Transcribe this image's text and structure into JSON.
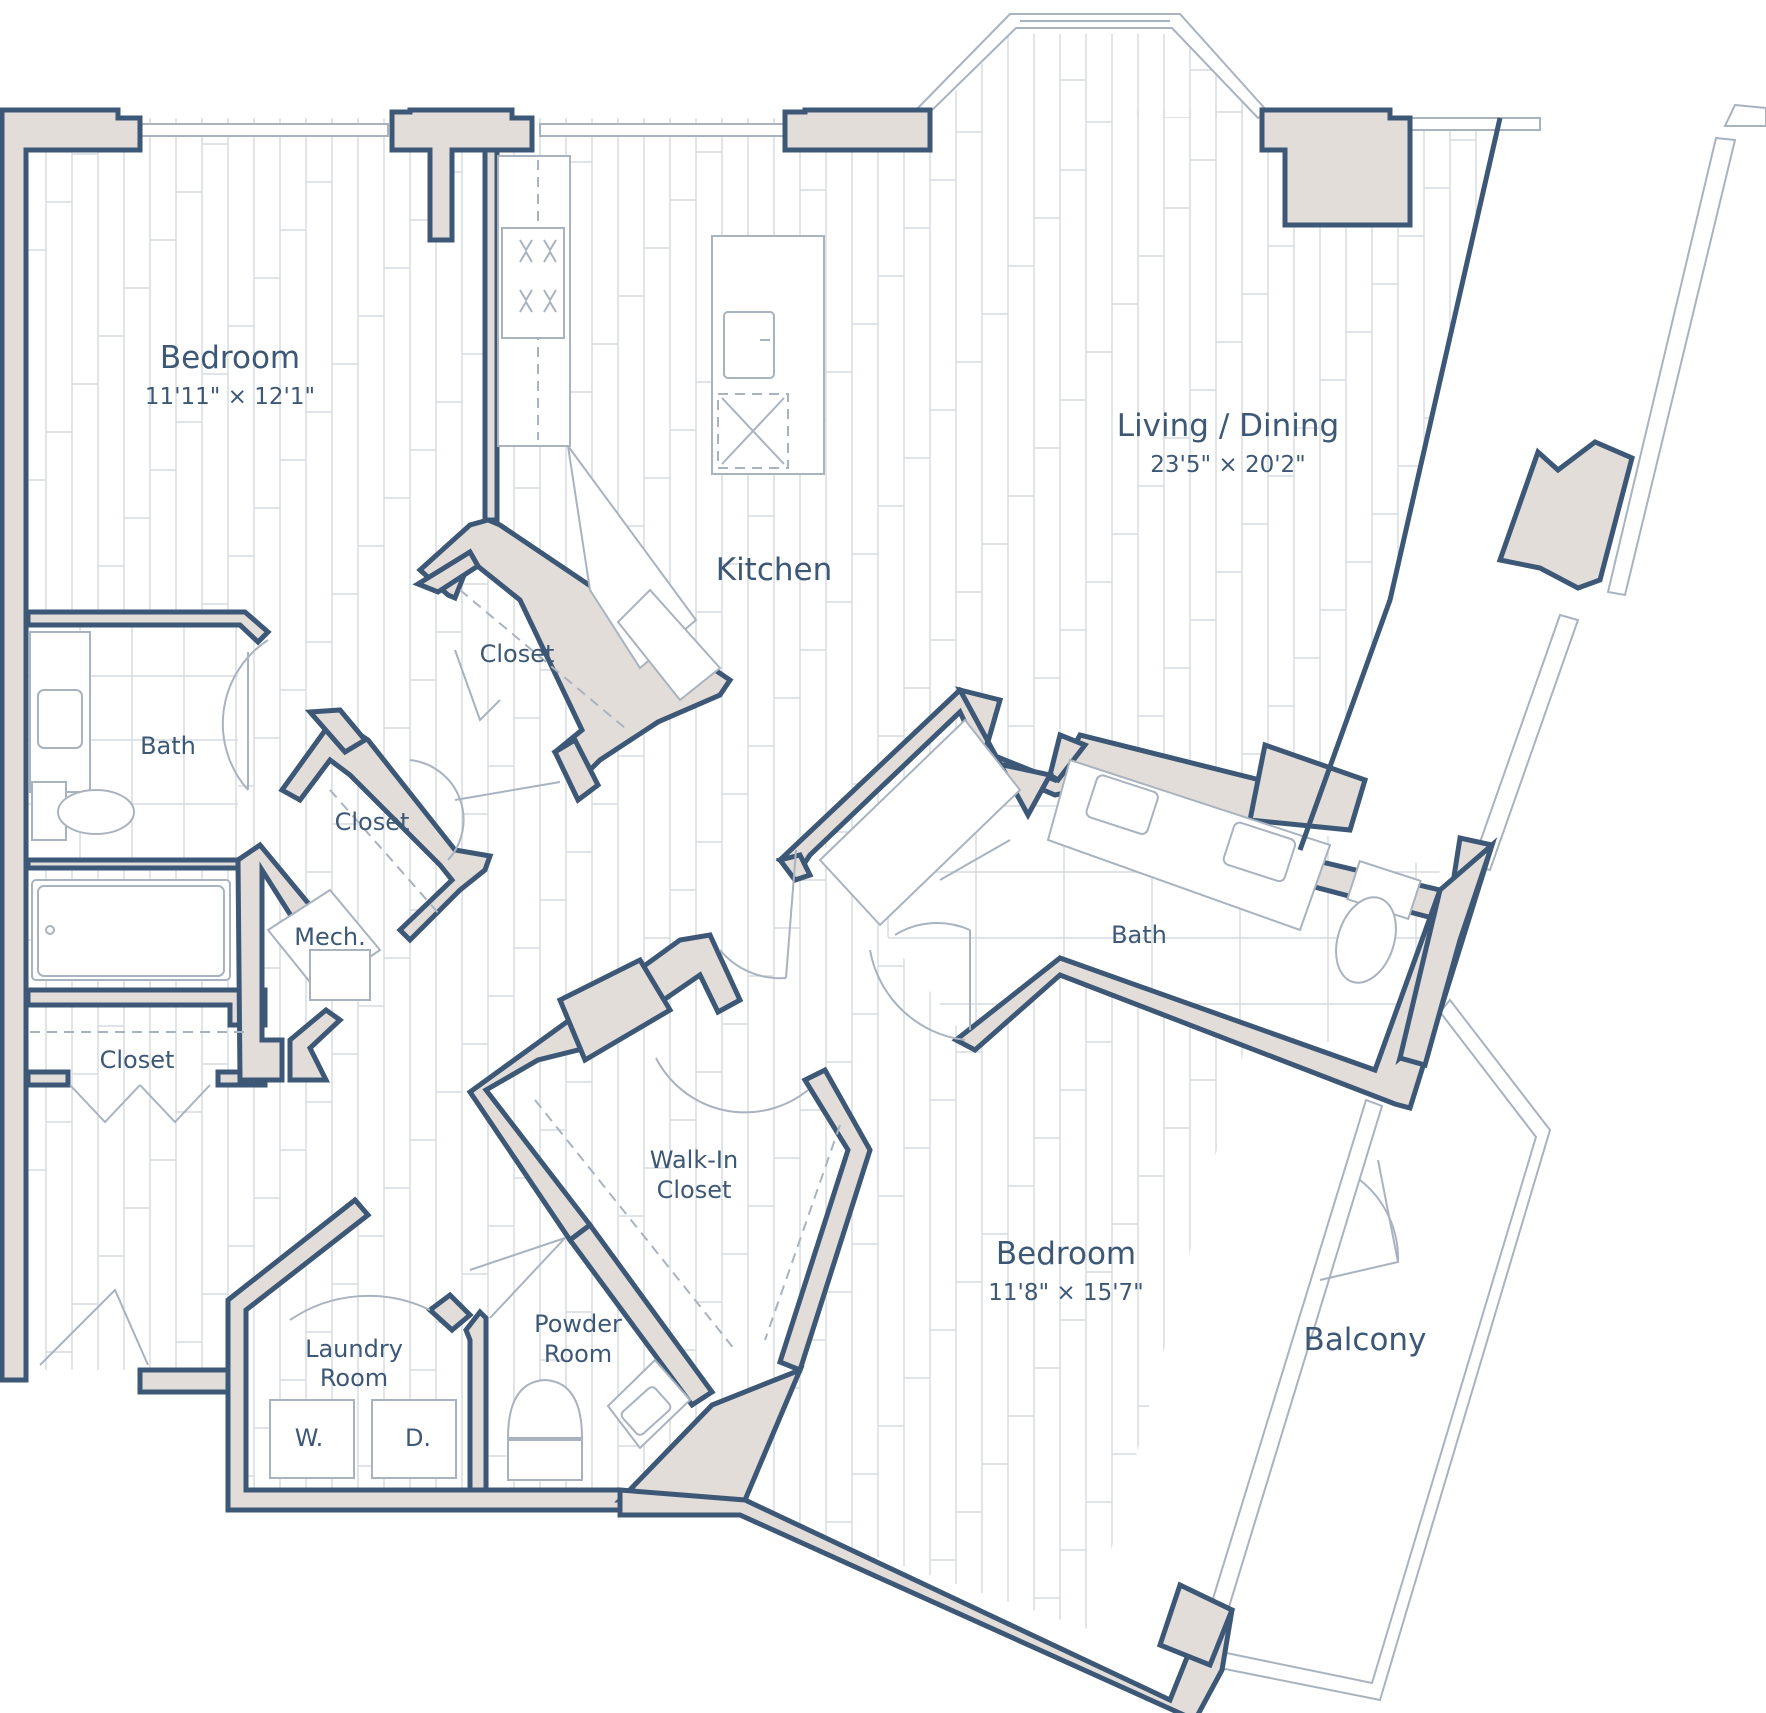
{
  "colors": {
    "wall_stroke": "#3d5876",
    "wall_fill": "#e2ddd9",
    "label": "#3d5876",
    "fixture": "#a9b3bf",
    "floor_lines": "#d6dadf"
  },
  "rooms": {
    "bedroom_left": {
      "label": "Bedroom",
      "dim": "11'11\" × 12'1\""
    },
    "bath_left": {
      "label": "Bath"
    },
    "closet_left_center": {
      "label": "Closet"
    },
    "mech": {
      "label": "Mech."
    },
    "closet_left_lower": {
      "label": "Closet"
    },
    "closet_upper": {
      "label": "Closet"
    },
    "kitchen": {
      "label": "Kitchen"
    },
    "living_dining": {
      "label": "Living / Dining",
      "dim": "23'5\" × 20'2\""
    },
    "bath_right": {
      "label": "Bath"
    },
    "walk_in_closet": {
      "label_line1": "Walk-In",
      "label_line2": "Closet"
    },
    "laundry": {
      "label_line1": "Laundry",
      "label_line2": "Room",
      "washer": "W.",
      "dryer": "D."
    },
    "powder": {
      "label_line1": "Powder",
      "label_line2": "Room"
    },
    "bedroom_right": {
      "label": "Bedroom",
      "dim": "11'8\" × 15'7\""
    },
    "balcony": {
      "label": "Balcony"
    }
  }
}
